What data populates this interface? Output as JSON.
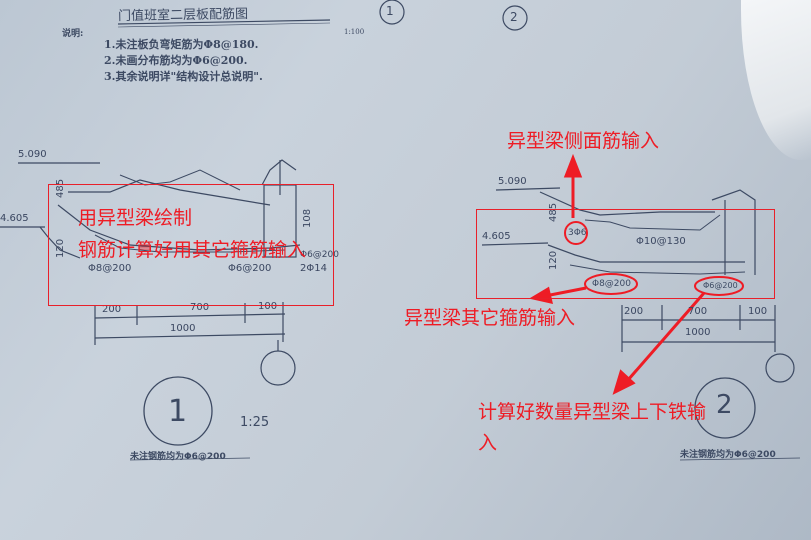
{
  "drawing": {
    "title": "门值班室二层板配筋图",
    "title_scale": "1:100",
    "notes_heading": "说明:",
    "notes": [
      "1.未注板负弯矩筋为Φ8@180.",
      "2.未画分布筋均为Φ6@200.",
      "3.其余说明详\"结构设计总说明\"."
    ],
    "axis_labels": [
      "1",
      "2"
    ]
  },
  "section_left": {
    "elev_top": "5.090",
    "elev_bottom": "4.605",
    "dim_485": "485",
    "dim_120": "120",
    "dim_108": "108",
    "rebar_a": "Φ8@200",
    "rebar_b": "Φ6@200",
    "rebar_c": "Φ6@200",
    "rebar_d": "2Φ14",
    "dims": [
      "200",
      "700",
      "100"
    ],
    "total": "1000",
    "section_no": "1",
    "scale": "1:25",
    "footnote": "未注钢筋均为Φ6@200"
  },
  "section_right": {
    "elev_top": "5.090",
    "elev_bottom": "4.605",
    "dim_485": "485",
    "dim_120": "120",
    "side_bars": "3Φ6",
    "rebar_top": "Φ10@130",
    "rebar_a": "Φ8@200",
    "rebar_b": "Φ6@200",
    "dims": [
      "200",
      "700",
      "100"
    ],
    "total": "1000",
    "section_no": "2",
    "footnote": "未注钢筋均为Φ6@200"
  },
  "annotations": {
    "left_line1": "用异型梁绘制",
    "left_line2": "钢筋计算好用其它箍筋输入",
    "side_bars": "异型梁侧面筋输入",
    "other_stirrups": "异型梁其它箍筋输入",
    "top_bottom_line1": "计算好数量异型梁上下铁输",
    "top_bottom_line2": "入"
  },
  "colors": {
    "annotation": "#ee1c25",
    "ink": "#3d4a63",
    "paper": "#c3ccd6"
  }
}
